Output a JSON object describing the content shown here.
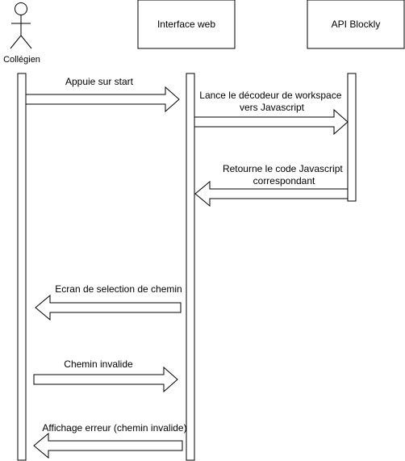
{
  "diagram": {
    "actor": {
      "label": "Collégien"
    },
    "participants": [
      {
        "label": "Interface web"
      },
      {
        "label": "API Blockly"
      }
    ],
    "messages": [
      {
        "lines": [
          "Appuie sur start"
        ]
      },
      {
        "lines": [
          "Lance le décodeur de workspace",
          "vers Javascript"
        ]
      },
      {
        "lines": [
          "Retourne le code Javascript",
          "correspondant"
        ]
      },
      {
        "lines": [
          "Ecran de selection de chemin"
        ]
      },
      {
        "lines": [
          "Chemin invalide"
        ]
      },
      {
        "lines": [
          "Affichage erreur (chemin invalide)"
        ]
      }
    ]
  }
}
